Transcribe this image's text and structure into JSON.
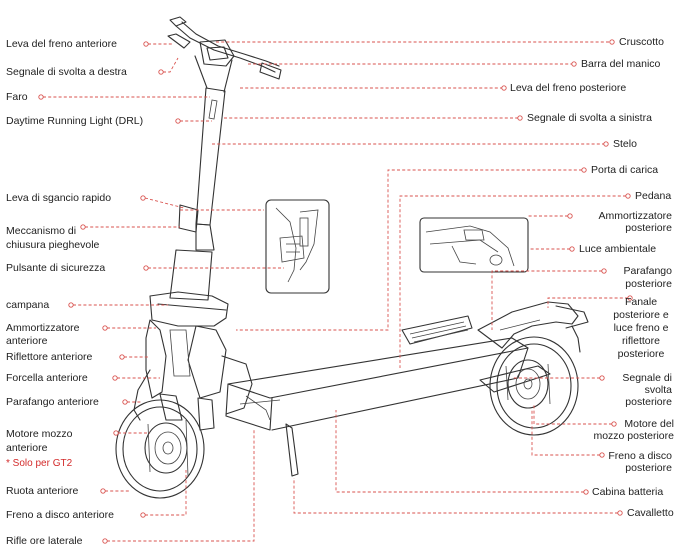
{
  "colors": {
    "leader": "#d9534f",
    "note": "#d32b2b",
    "line": "#333333"
  },
  "labels_left": {
    "front_brake_lever": "Leva del freno anteriore",
    "right_turn_signal": "Segnale di svolta a destra",
    "headlight": "Faro",
    "drl": "Daytime Running Light (DRL)",
    "quick_release_lever": "Leva di sgancio rapido",
    "folding_lock_mechanism": "Meccanismo di\nchiusura pieghevole",
    "safety_button": "Pulsante di sicurezza",
    "bell": "campana",
    "front_shock_absorber": "Ammortizzatore\nanteriore",
    "front_reflector": "Riflettore anteriore",
    "front_fork": "Forcella anteriore",
    "front_fender": "Parafango anteriore",
    "front_hub_motor": "Motore mozzo\nanteriore",
    "gt2_only_note": "* Solo per GT2",
    "front_wheel": "Ruota anteriore",
    "front_disc_brake": "Freno a disco anteriore",
    "side_reflector": "Rifle ore laterale"
  },
  "labels_right": {
    "dashboard": "Cruscotto",
    "handlebar": "Barra del manico",
    "rear_brake_lever": "Leva del freno posteriore",
    "left_turn_signal": "Segnale di svolta a sinistra",
    "stem": "Stelo",
    "charging_port": "Porta di carica",
    "footboard": "Pedana",
    "rear_shock_absorber": "Ammortizzatore\nposteriore",
    "ambient_light": "Luce ambientale",
    "rear_fender": "Parafango\nposteriore",
    "tail_light": "Fanale\nposteriore e\nluce freno e\nriflettore\nposteriore",
    "rear_turn_signal": "Segnale di\nsvolta\nposteriore",
    "rear_hub_motor": "Motore del\nmozzo posteriore",
    "rear_disc_brake": "Freno a disco\nposteriore",
    "battery_compartment": "Cabina batteria",
    "kickstand": "Cavalletto"
  },
  "icons": [
    "scooter-illustration",
    "folding-mechanism-inset",
    "rear-suspension-inset"
  ]
}
